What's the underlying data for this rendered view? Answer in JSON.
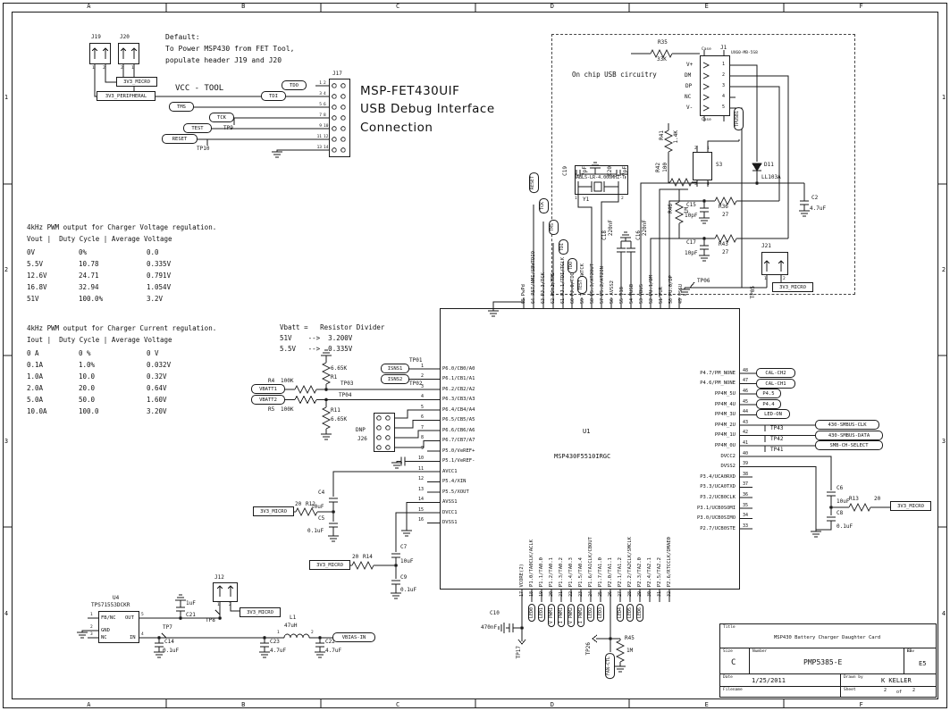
{
  "frame": {
    "cols": [
      "A",
      "B",
      "C",
      "D",
      "E",
      "F"
    ],
    "rows": [
      "1",
      "2",
      "3",
      "4"
    ]
  },
  "notes": {
    "default_note": "Default:\nTo Power MSP430 from FET Tool,\npopulate header J19 and J20",
    "fet_note": "MSP-FET430UIF\nUSB Debug Interface\nConnection",
    "usb_note": "On chip USB circuitry",
    "vcc_tool": "VCC - TOOL",
    "vbatt_note": "Vbatt =   Resistor Divider\n51V    -->  3.200V\n5.5V   -->  0.335V"
  },
  "tables": {
    "voltage": {
      "title": "4kHz PWM output for Charger Voltage regulation.",
      "header": "Vout |  Duty Cycle | Average Voltage",
      "rows": [
        [
          "0V",
          "0%",
          "0.0"
        ],
        [
          "5.5V",
          "10.78",
          "0.335V"
        ],
        [
          "12.6V",
          "24.71",
          "0.791V"
        ],
        [
          "16.8V",
          "32.94",
          "1.054V"
        ],
        [
          "51V",
          "100.0%",
          "3.2V"
        ]
      ]
    },
    "current": {
      "title": "4kHz PWM output for Charger Current regulation.",
      "header": "Iout |  Duty Cycle | Average Voltage",
      "rows": [
        [
          "0 A",
          "0 %",
          "0 V"
        ],
        [
          "0.1A",
          "1.0%",
          "0.032V"
        ],
        [
          "1.0A",
          "10.0",
          "0.32V"
        ],
        [
          "2.0A",
          "20.0",
          "0.64V"
        ],
        [
          "5.0A",
          "50.0",
          "1.60V"
        ],
        [
          "10.0A",
          "100.0",
          "3.20V"
        ]
      ]
    }
  },
  "chip": {
    "ref": "U1",
    "part": "MSP430F5510IRGC",
    "left_pins": [
      {
        "n": "1",
        "l": "P6.0/CB0/A0"
      },
      {
        "n": "2",
        "l": "P6.1/CB1/A1"
      },
      {
        "n": "3",
        "l": "P6.2/CB2/A2"
      },
      {
        "n": "4",
        "l": "P6.3/CB3/A3"
      },
      {
        "n": "5",
        "l": "P6.4/CB4/A4"
      },
      {
        "n": "6",
        "l": "P6.5/CB5/A5"
      },
      {
        "n": "7",
        "l": "P6.6/CB6/A6"
      },
      {
        "n": "8",
        "l": "P6.7/CB7/A7"
      },
      {
        "n": "9",
        "l": "P5.0/VeREF+"
      },
      {
        "n": "10",
        "l": "P5.1/VeREF-"
      },
      {
        "n": "11",
        "l": "AVCC1"
      },
      {
        "n": "12",
        "l": "P5.4/XIN"
      },
      {
        "n": "13",
        "l": "P5.5/XOUT"
      },
      {
        "n": "14",
        "l": "AVSS1"
      },
      {
        "n": "15",
        "l": "DVCC1"
      },
      {
        "n": "16",
        "l": "DVSS1"
      }
    ],
    "right_pins": [
      {
        "n": "48",
        "l": "P4.7/PM_NONE"
      },
      {
        "n": "47",
        "l": "P4.6/PM_NONE"
      },
      {
        "n": "46",
        "l": "PP4M_5U"
      },
      {
        "n": "45",
        "l": "PP4M_4U"
      },
      {
        "n": "44",
        "l": "PP4M_3U"
      },
      {
        "n": "43",
        "l": "PP4M_2U"
      },
      {
        "n": "42",
        "l": "PP4M_1U"
      },
      {
        "n": "41",
        "l": "PP4M_0U"
      },
      {
        "n": "40",
        "l": "DVCC2"
      },
      {
        "n": "39",
        "l": "DVSS2"
      },
      {
        "n": "38",
        "l": "P3.4/UCA0RXD"
      },
      {
        "n": "37",
        "l": "P3.3/UCA0TXD"
      },
      {
        "n": "36",
        "l": "P3.2/UCB0CLK"
      },
      {
        "n": "35",
        "l": "P3.1/UCB0SOMI"
      },
      {
        "n": "34",
        "l": "P3.0/UCB0SIMO"
      },
      {
        "n": "33",
        "l": "P2.7/UCB0STE"
      }
    ],
    "top_pins": [
      {
        "n": "65",
        "l": "PwPd"
      },
      {
        "n": "64",
        "l": "RST/NMI/SBWTDIO"
      },
      {
        "n": "63",
        "l": "PJ.3/TCK"
      },
      {
        "n": "62",
        "l": "PJ.2/TMS"
      },
      {
        "n": "61",
        "l": "PJ.1/TDI/TCLK"
      },
      {
        "n": "60",
        "l": "PJ.0/TDO"
      },
      {
        "n": "59",
        "l": "TEST/SBWTCK"
      },
      {
        "n": "58",
        "l": "P5.3/XT2OUT"
      },
      {
        "n": "57",
        "l": "P5.2/XT2IN"
      },
      {
        "n": "56",
        "l": "AVSS2"
      },
      {
        "n": "55",
        "l": "V18"
      },
      {
        "n": "54",
        "l": "VUSB"
      },
      {
        "n": "53",
        "l": "VBUS"
      },
      {
        "n": "52",
        "l": "PU.1/DM"
      },
      {
        "n": "51",
        "l": "PUR"
      },
      {
        "n": "50",
        "l": "PU.0/DP"
      },
      {
        "n": "49",
        "l": "VSSU"
      }
    ],
    "bottom_pins": [
      {
        "n": "17",
        "l": "VCORE(2)",
        "t": ""
      },
      {
        "n": "18",
        "l": "P1.0/TA0CLK/ACLK",
        "t": "LED0"
      },
      {
        "n": "19",
        "l": "P1.1/TA0.0",
        "t": "LED1"
      },
      {
        "n": "20",
        "l": "P1.2/TA0.1",
        "t": "V PWM1"
      },
      {
        "n": "21",
        "l": "P1.3/TA0.2",
        "t": "I PWM1"
      },
      {
        "n": "22",
        "l": "P1.4/TA0.3",
        "t": "V PWM2"
      },
      {
        "n": "23",
        "l": "P1.5/TA0.4",
        "t": "I PWM2"
      },
      {
        "n": "24",
        "l": "P1.6/TA1CLK/CBOUT",
        "t": "LED2"
      },
      {
        "n": "25",
        "l": "P1.7/TA1.0",
        "t": "LED3"
      },
      {
        "n": "26",
        "l": "P2.0/TA1.1",
        "t": ""
      },
      {
        "n": "27",
        "l": "P2.1/TA1.2",
        "t": "LED4"
      },
      {
        "n": "28",
        "l": "P2.2/TA2CLK/SMCLK",
        "t": "LED5"
      },
      {
        "n": "29",
        "l": "P2.3/TA2.0",
        "t": "LED6"
      },
      {
        "n": "30",
        "l": "P2.4/TA2.1",
        "t": ""
      },
      {
        "n": "31",
        "l": "P2.5/TA2.2",
        "t": ""
      },
      {
        "n": "32",
        "l": "P2.6/RTCCLK/DMAE0",
        "t": ""
      }
    ]
  },
  "flags": {
    "tdo": "TDO",
    "tdi": "TDI",
    "tms": "TMS",
    "tck": "TCK",
    "test": "TEST",
    "reset": "RESET",
    "isns1": "ISNS1",
    "isns2": "ISNS2",
    "vbatt1": "VBATT1",
    "vbatt2": "VBATT2",
    "vbias": "VBIAS-IN",
    "fan": "FAN-CTL",
    "cal_ch2": "CAL-CH2",
    "cal_ch1": "CAL-CH1",
    "p45": "P4.5",
    "p44": "P4.4",
    "led_on": "LED-ON",
    "smb_clk": "430-SMBUS-CLK",
    "smb_data": "430-SMBUS-DATA",
    "smb_sel": "SMB-CH-SELECT"
  },
  "tps": {
    "tp9": "TP9",
    "tp10": "TP10",
    "tp01": "TP01",
    "tp02": "TP02",
    "tp03": "TP03",
    "tp04": "TP04",
    "tp05": "TP05",
    "tp06": "TP06",
    "tp7": "TP7",
    "tp8": "TP8",
    "tp17": "TP17",
    "tp26": "TP26",
    "tp41": "TP41",
    "tp42": "TP42",
    "tp43": "TP43",
    "tpusb1": "TPUSB1"
  },
  "nets": {
    "v3_micro": "3V3_MICRO",
    "v3_periph": "3V3_PERIPHERAL"
  },
  "comps": {
    "j19": "J19",
    "j20": "J20",
    "j17": "J17",
    "j1": "J1",
    "j1_part": "UX60-MB-5S8",
    "case_label": "Case",
    "j21": "J21",
    "j12": "J12",
    "j26": "J26",
    "dnp": "DNP",
    "r35": "R35",
    "r35v": "33K",
    "r41": "R41",
    "r41v": "1.4K",
    "r42": "R42",
    "r42v": "100",
    "r46": "R46",
    "r46v": "1M",
    "r36": "R36",
    "r36v": "27",
    "r43": "R43",
    "r43v": "27",
    "c15": "C15",
    "c15v": "10pF",
    "c17": "C17",
    "c17v": "10pF",
    "c19": "C19",
    "c19v": "47pF",
    "c20": "C20",
    "c20v": "47pF",
    "y1": "Y1",
    "y1_part": "ABLS-LR-4.000MHZ-T",
    "c18": "C18",
    "c18v": "220nF",
    "c16": "C16",
    "c16v": "220nF",
    "c2": "C2",
    "c2v": "4.7uF",
    "d11": "D11",
    "d11v": "LL103A",
    "s3": "S3",
    "r4": "R4",
    "r4v": "100K",
    "r5": "R5",
    "r5v": "100K",
    "r1": "R1",
    "r1v": "6.65K",
    "r11": "R11",
    "r11v": "6.65K",
    "c4": "C4",
    "c4v": "10uF",
    "c5": "C5",
    "c5v": "0.1uF",
    "r12": "R12",
    "r12v": "20",
    "r14": "R14",
    "r14v": "20",
    "c7": "C7",
    "c7v": "10uF",
    "c9": "C9",
    "c9v": "0.1uF",
    "c6": "C6",
    "c6v": "10uF",
    "c8": "C8",
    "c8v": "0.1uF",
    "r13": "R13",
    "r13v": "20",
    "c10": "C10",
    "c10v": "470nF",
    "r45": "R45",
    "r45v": "1M",
    "u4": "U4",
    "u4_part": "TPS71553DCKR",
    "u4_pins": {
      "fb": "FB/NC",
      "gnd": "GND",
      "nc": "NC",
      "out": "OUT",
      "in": "IN"
    },
    "c21": "C21",
    "c21v": "1uF",
    "c14": "C14",
    "c14v": "0.1uF",
    "c23": "C23",
    "c23v": "4.7uF",
    "c22": "C22",
    "c22v": "4.7uF",
    "l1": "L1",
    "l1v": "47uH",
    "j1_pins": [
      "V+",
      "DM",
      "DP",
      "NC",
      "V-"
    ]
  },
  "pin_nums": {
    "j19": [
      "1",
      "2"
    ],
    "j20": [
      "2",
      "1"
    ],
    "j21": [
      "1",
      "2"
    ],
    "j12": [
      "1",
      "2"
    ],
    "s3": [
      "2",
      "1",
      "3",
      "4"
    ],
    "l1": [
      "1",
      "2"
    ],
    "u4": [
      "1",
      "2",
      "3",
      "5",
      "4"
    ],
    "j1": [
      "1",
      "2",
      "3",
      "4",
      "5"
    ],
    "y1": [
      "1",
      "2"
    ]
  },
  "j17_rows": [
    [
      "1",
      "2"
    ],
    [
      "3",
      "4"
    ],
    [
      "5",
      "6"
    ],
    [
      "7",
      "8"
    ],
    [
      "9",
      "10"
    ],
    [
      "11",
      "12"
    ],
    [
      "13",
      "14"
    ]
  ],
  "titleblock": {
    "title_label": "Title",
    "title": "MSP430 Battery Charger Daughter Card",
    "size_label": "Size",
    "size": "C",
    "number_label": "Number",
    "number": "PMP5385-E",
    "rev_label": "Rev",
    "rev": "E5",
    "date_label": "Date",
    "date": "1/25/2011",
    "drawn_label": "Drawn by",
    "drawn": "K KELLER",
    "filename_label": "Filename",
    "sheet_label": "Sheet",
    "sheet_num": "2",
    "sheet_of": "of",
    "sheet_total": "2"
  }
}
